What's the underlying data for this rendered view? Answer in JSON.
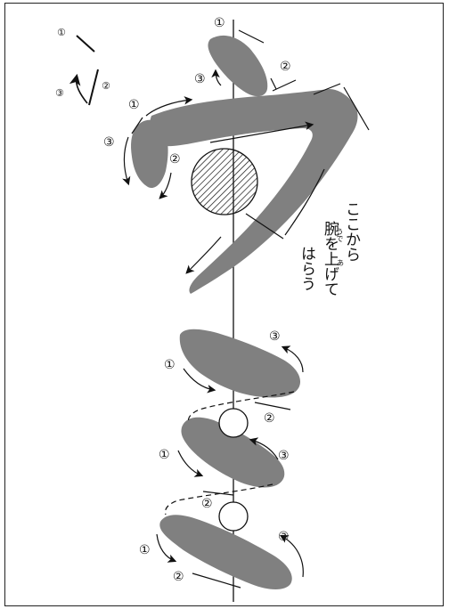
{
  "marks": {
    "one": "①",
    "two": "②",
    "three": "③"
  },
  "note": {
    "col1": "ここから",
    "col2_a": "腕",
    "col2_b": "を上",
    "col2_c": "げて",
    "col3": "はらう",
    "ruby_ude": "うで",
    "ruby_a": "あ"
  },
  "colors": {
    "stroke_fill": "#808080",
    "line": "#111111",
    "frame": "#222222"
  }
}
